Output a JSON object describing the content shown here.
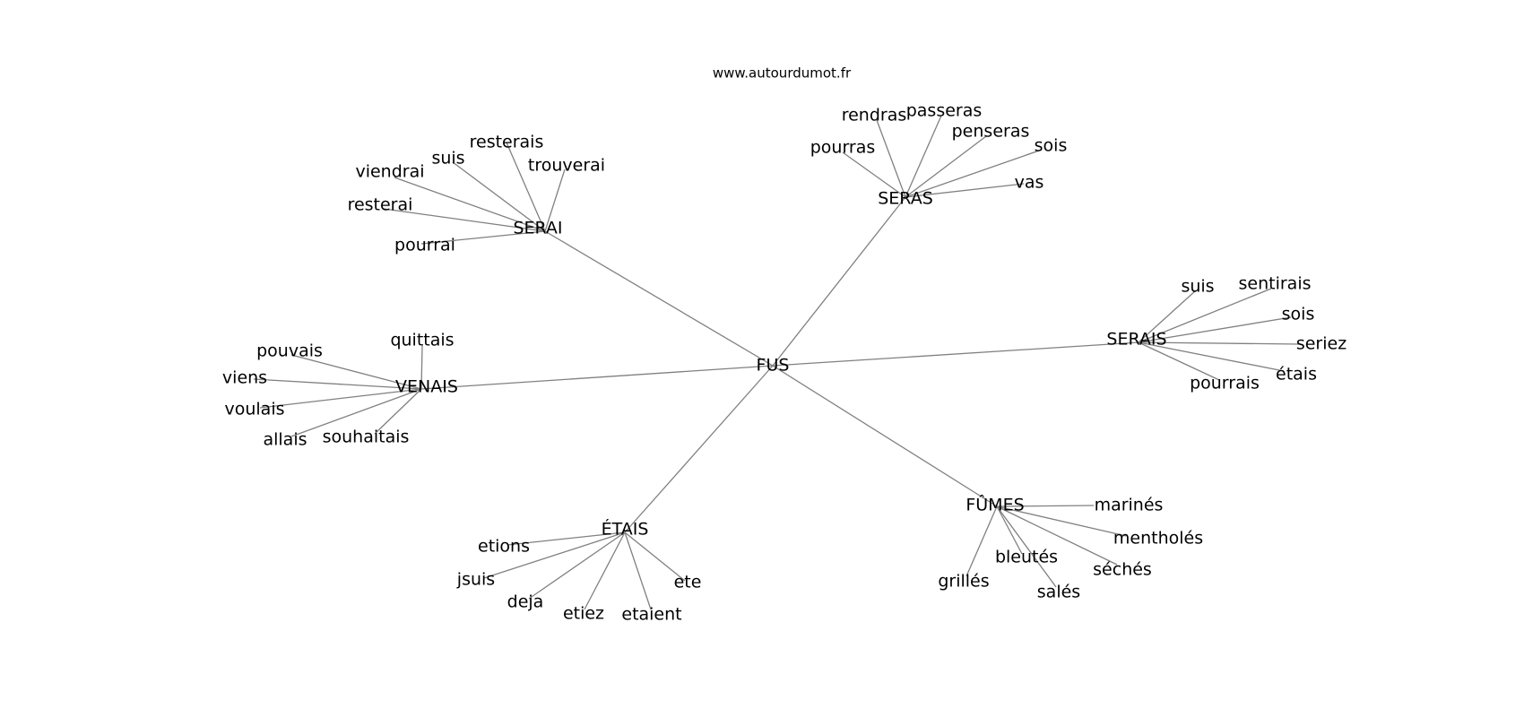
{
  "watermark": "www.autourdumot.fr",
  "colors": {
    "edge": "#808080",
    "text": "#000000",
    "background": "#ffffff"
  },
  "graph": {
    "center": "FUS",
    "groups": [
      {
        "hub": "SERAI",
        "words": [
          "resterais",
          "suis",
          "trouverai",
          "viendrai",
          "resterai",
          "pourrai"
        ]
      },
      {
        "hub": "SERAS",
        "words": [
          "rendras",
          "passeras",
          "penseras",
          "pourras",
          "sois",
          "vas"
        ]
      },
      {
        "hub": "SERAIS",
        "words": [
          "suis",
          "sentirais",
          "sois",
          "seriez",
          "étais",
          "pourrais"
        ]
      },
      {
        "hub": "VENAIS",
        "words": [
          "quittais",
          "pouvais",
          "viens",
          "voulais",
          "allais",
          "souhaitais"
        ]
      },
      {
        "hub": "ÉTAIS",
        "words": [
          "etions",
          "jsuis",
          "deja",
          "etiez",
          "etaient",
          "ete"
        ]
      },
      {
        "hub": "FÛMES",
        "words": [
          "marinés",
          "mentholés",
          "bleutés",
          "séchés",
          "grillés",
          "salés"
        ]
      }
    ]
  }
}
